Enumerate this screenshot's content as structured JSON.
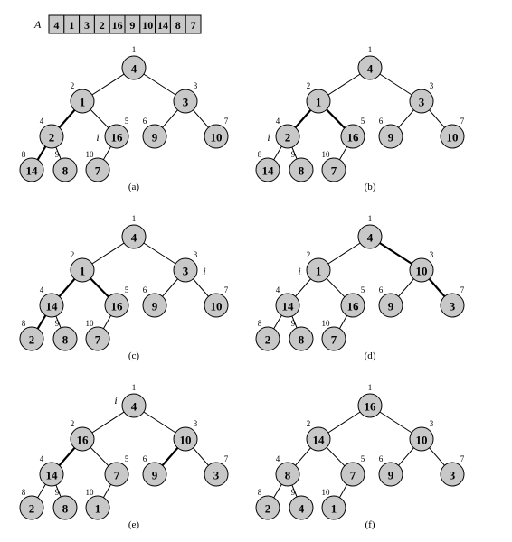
{
  "array": {
    "name": "A",
    "values": [
      "4",
      "1",
      "3",
      "2",
      "16",
      "9",
      "10",
      "14",
      "8",
      "7"
    ]
  },
  "panels": [
    {
      "caption": "(a)",
      "nodes": [
        "4",
        "1",
        "3",
        "2",
        "16",
        "9",
        "10",
        "14",
        "8",
        "7"
      ],
      "pointer": "i",
      "pointer_index": 5,
      "highlighted_edges": [
        [
          2,
          4
        ],
        [
          4,
          8
        ]
      ]
    },
    {
      "caption": "(b)",
      "nodes": [
        "4",
        "1",
        "3",
        "2",
        "16",
        "9",
        "10",
        "14",
        "8",
        "7"
      ],
      "pointer": "i",
      "pointer_index": 4,
      "highlighted_edges": [
        [
          2,
          4
        ],
        [
          2,
          5
        ]
      ]
    },
    {
      "caption": "(c)",
      "nodes": [
        "4",
        "1",
        "3",
        "14",
        "16",
        "9",
        "10",
        "2",
        "8",
        "7"
      ],
      "pointer": "i",
      "pointer_index": 3,
      "highlighted_edges": [
        [
          2,
          4
        ],
        [
          2,
          5
        ],
        [
          4,
          8
        ]
      ]
    },
    {
      "caption": "(d)",
      "nodes": [
        "4",
        "1",
        "10",
        "14",
        "16",
        "9",
        "3",
        "2",
        "8",
        "7"
      ],
      "pointer": "i",
      "pointer_index": 2,
      "highlighted_edges": [
        [
          1,
          3
        ],
        [
          3,
          7
        ]
      ]
    },
    {
      "caption": "(e)",
      "nodes": [
        "4",
        "16",
        "10",
        "14",
        "7",
        "9",
        "3",
        "2",
        "8",
        "1"
      ],
      "pointer": "i",
      "pointer_index": 1,
      "highlighted_edges": [
        [
          2,
          4
        ],
        [
          3,
          6
        ]
      ]
    },
    {
      "caption": "(f)",
      "nodes": [
        "16",
        "14",
        "10",
        "8",
        "7",
        "9",
        "3",
        "2",
        "4",
        "1"
      ],
      "pointer": "",
      "pointer_index": 0,
      "highlighted_edges": []
    }
  ]
}
